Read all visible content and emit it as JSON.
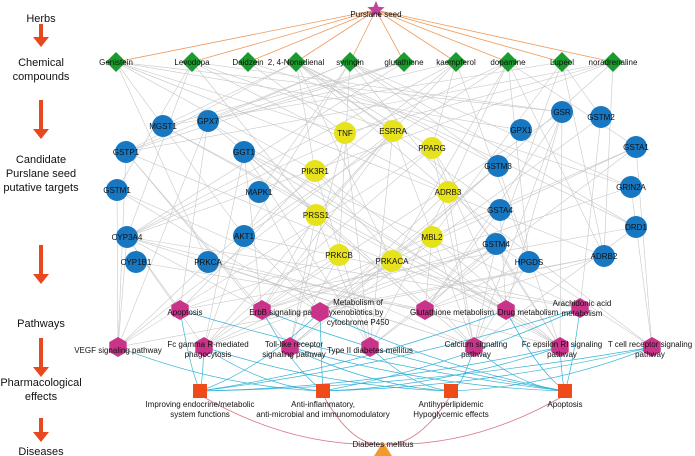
{
  "row_labels": {
    "herbs": "Herbs",
    "compounds": [
      "Chemical",
      "compounds"
    ],
    "targets": [
      "Candidate",
      "Purslane seed",
      "putative targets"
    ],
    "pathways": "Pathways",
    "effects": [
      "Pharmacological",
      "effects"
    ],
    "diseases": "Diseases"
  },
  "herb": "Purslane seed",
  "compounds": [
    "Genistein",
    "Levodopa",
    "Daidzein",
    "2, 4-Nonadienal",
    "syringin",
    "glutathione",
    "kaempferol",
    "dopamine",
    "Lupeol",
    "noradrenaline"
  ],
  "blue_targets": [
    "MGST1",
    "GPX7",
    "GSR",
    "GSTM2",
    "GSTP1",
    "GGT1",
    "GPX1",
    "GSTA1",
    "GSTM1",
    "MAPK1",
    "GSTM3",
    "GRIN2A",
    "CYP3A4",
    "AKT1",
    "GSTA4",
    "DRD1",
    "CYP1B1",
    "PRKCA",
    "GSTM4",
    "HPGDS",
    "ADRB2"
  ],
  "yellow_targets": [
    "TNF",
    "ESRRA",
    "PPARG",
    "PIK3R1",
    "ADRB3",
    "PRSS1",
    "MBL2",
    "PRKCB",
    "PRKACA"
  ],
  "pathways": [
    "Apoptosis",
    "ErbB signaling pathway",
    "Metabolism of xenobiotics by cytochrome P450",
    "Glutathione metabolism",
    "Drug metabolism",
    "Arachidonic acid metabolism",
    "VEGF signaling pathway",
    "Fc gamma R-mediated phagocytosis",
    "Toll-like receptor signaling pathway",
    "Type II diabetes mellitus",
    "Calcium signaling pathway",
    "Fc epsilon RI signaling pathway",
    "T cell receptor signaling pathway"
  ],
  "effects": [
    "Improving endocrine/metabolic system functions",
    "Anti-inflammatory, anti-microbial and immunomodulatory",
    "Antihyperlipidemic Hypoglycemic effects",
    "Apoptosis"
  ],
  "disease": "Diabetes mellitus",
  "colors": {
    "herb": "#c0449a",
    "compound": "#1a9b2e",
    "target_blue": "#1777c0",
    "target_yellow": "#e6e21c",
    "pathway": "#c9348a",
    "effect": "#ef4a1a",
    "disease": "#f29a2a",
    "herb_edge": "#f09a5a",
    "gray_edge": "#c8c8c8",
    "cyan_edge": "#35b3d6",
    "red_edge": "#d77a86",
    "arrow": "#e8481e"
  }
}
